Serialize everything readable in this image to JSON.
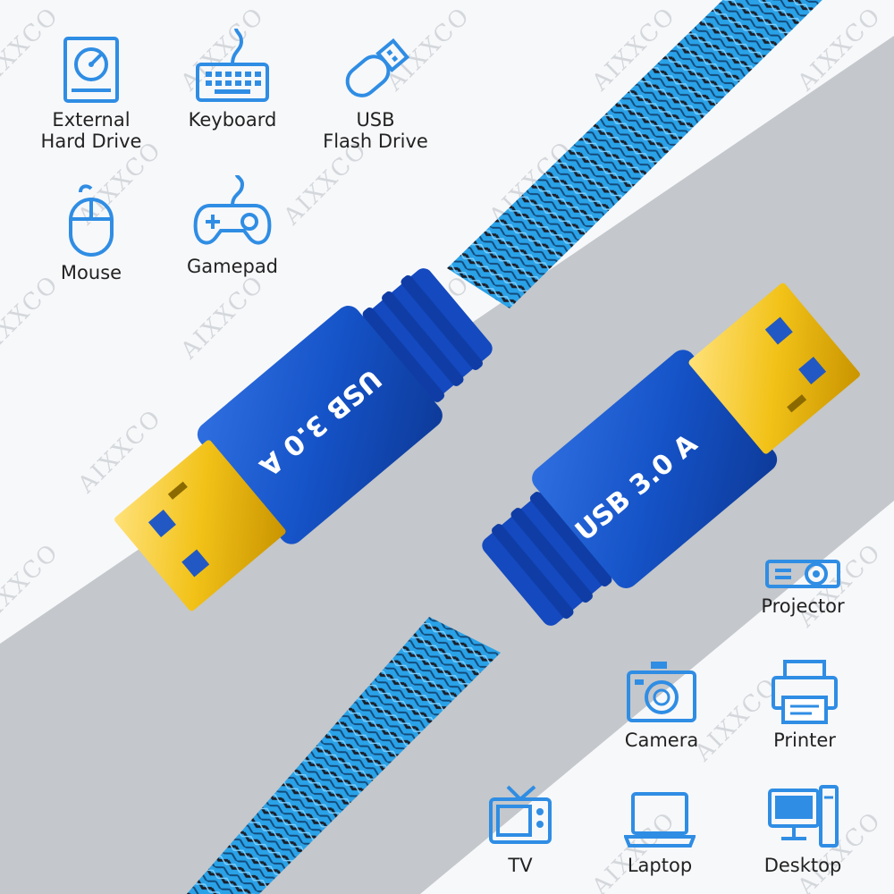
{
  "watermark": "AIXXCO",
  "connectors": {
    "top_label": "USB 3.0 A",
    "bottom_label": "USB 3.0 A"
  },
  "devices": {
    "external_hard_drive": "External\nHard Drive",
    "keyboard": "Keyboard",
    "usb_flash_drive": "USB\nFlash Drive",
    "mouse": "Mouse",
    "gamepad": "Gamepad",
    "projector": "Projector",
    "camera": "Camera",
    "printer": "Printer",
    "tv": "TV",
    "laptop": "Laptop",
    "desktop": "Desktop"
  },
  "colors": {
    "icon_blue": "#2f8de4",
    "connector_blue": "#1553c8",
    "cable_blue": "#2aa2e8",
    "cable_dark": "#1a1f2a",
    "gold": "#f2c218",
    "band_gray": "#c4c7cb"
  }
}
